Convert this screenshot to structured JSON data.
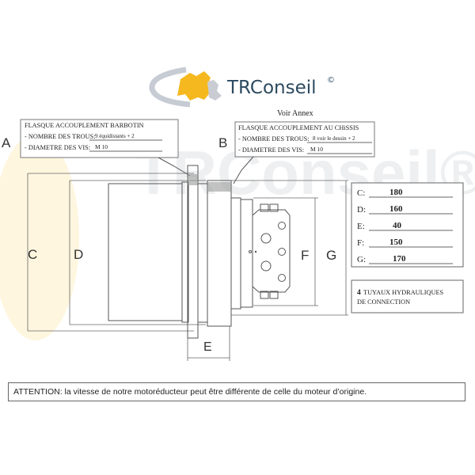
{
  "logo": {
    "text": "TRConseil",
    "mark": "©"
  },
  "watermark": "TRConseil®",
  "voir_annex": "Voir Annex",
  "labels": {
    "A": "A",
    "B": "B",
    "C": "C",
    "D": "D",
    "E": "E",
    "F": "F",
    "G": "G"
  },
  "box_a": {
    "title": "FLASQUE ACCOUPLEMENT BARBOTIN",
    "holes_label": "- NOMBRE DES TROUS:",
    "holes_value": "9 équidistants + 2",
    "screw_label": "- DIAMETRE DES VIS:",
    "screw_value": "M 10"
  },
  "box_b": {
    "title": "FLASQUE ACCOUPLEMENT AU CHiSSIS",
    "holes_label": "- NOMBRE DES TROUS:",
    "holes_value": "8 voir le dessin + 2",
    "screw_label": "- DIAMETRE DES VIS:",
    "screw_value": "M 10"
  },
  "dimensions": [
    {
      "label": "C:",
      "value": "180"
    },
    {
      "label": "D:",
      "value": "160"
    },
    {
      "label": "E:",
      "value": "40"
    },
    {
      "label": "F:",
      "value": "150"
    },
    {
      "label": "G:",
      "value": "170"
    }
  ],
  "hydraulic": {
    "count": "4",
    "line1": "TUYAUX HYDRAULIQUES",
    "line2": "DE CONNECTION"
  },
  "attention": "ATTENTION: la vitesse de notre motoréducteur peut être différente de celle du moteur d’origine."
}
